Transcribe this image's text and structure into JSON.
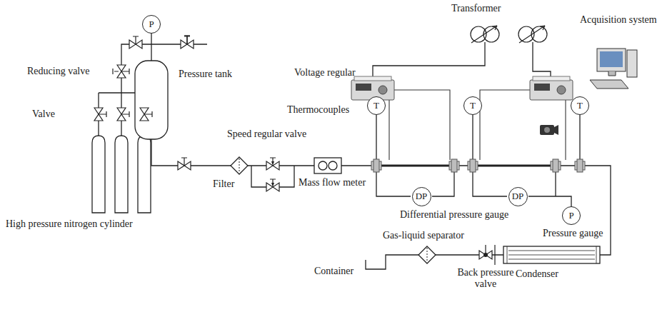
{
  "diagram": {
    "nodes": [
      {
        "text": [
          "P"
        ]
      },
      {
        "text": [
          "T"
        ]
      },
      {
        "text": [
          "T"
        ]
      },
      {
        "text": [
          "T"
        ]
      },
      {
        "text": [
          "DP"
        ]
      },
      {
        "text": [
          "DP"
        ]
      },
      {
        "text": [
          "P"
        ]
      }
    ],
    "labels": [
      "Reducing valve",
      "Valve",
      "Pressure tank",
      "Transformer",
      "Acquisition system",
      "Voltage regular",
      "Thermocouples",
      "Speed regular valve",
      "Filter",
      "Mass flow meter",
      "Differential pressure gauge",
      "Pressure gauge",
      "High pressure nitrogen cylinder",
      "Gas-liquid separator",
      "Container",
      "Back pressure valve",
      "Condenser"
    ]
  }
}
